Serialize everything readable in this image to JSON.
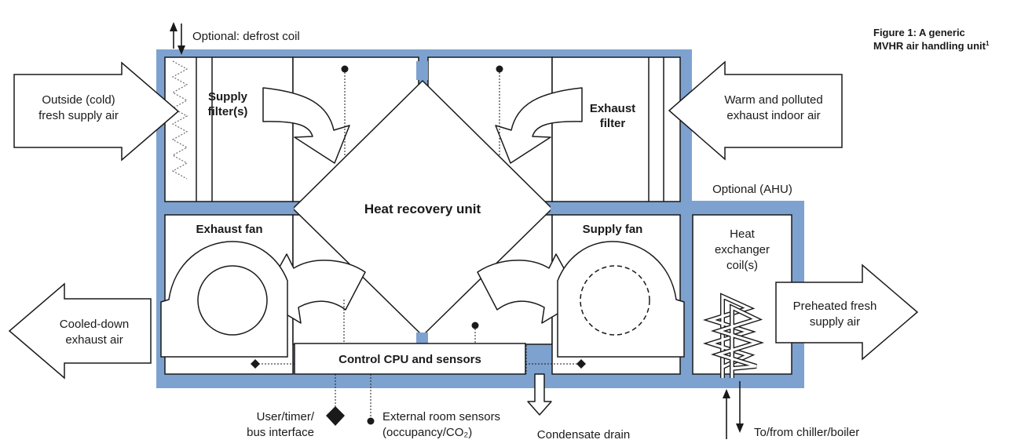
{
  "caption": {
    "line1": "Figure 1: A generic",
    "line2": "MVHR air handling unit",
    "sup": "1"
  },
  "labels": {
    "defrost": "Optional: defrost coil",
    "outside_1": "Outside (cold)",
    "outside_2": "fresh supply air",
    "supply_filter_1": "Supply",
    "supply_filter_2": "filter(s)",
    "exhaust_filter_1": "Exhaust",
    "exhaust_filter_2": "filter",
    "warm_1": "Warm and polluted",
    "warm_2": "exhaust indoor air",
    "optional_ahu": "Optional (AHU)",
    "heat_recovery": "Heat recovery unit",
    "exhaust_fan": "Exhaust fan",
    "supply_fan": "Supply fan",
    "hx_1": "Heat",
    "hx_2": "exchanger",
    "hx_3": "coil(s)",
    "cooled_1": "Cooled-down",
    "cooled_2": "exhaust air",
    "preheated_1": "Preheated fresh",
    "preheated_2": "supply air",
    "control": "Control CPU and sensors",
    "user_1": "User/timer/",
    "user_2": "bus interface",
    "ext_1": "External room sensors",
    "ext_2": "(occupancy/CO₂)",
    "condensate": "Condensate drain",
    "chiller": "To/from chiller/boiler"
  },
  "colors": {
    "casing": "#7ea2cf",
    "stroke": "#1a1a1a",
    "fill": "#ffffff"
  }
}
